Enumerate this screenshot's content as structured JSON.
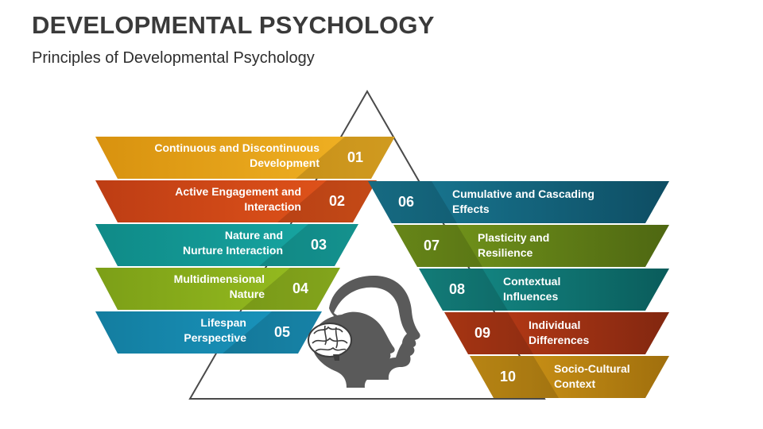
{
  "title": "DEVELOPMENTAL PSYCHOLOGY",
  "subtitle": "Principles of Developmental Psychology",
  "left_items": [
    {
      "number": "01",
      "line1": "Continuous and Discontinuous",
      "line2": "Development",
      "color_dark": "#d8920f",
      "color_light": "#f3b526"
    },
    {
      "number": "02",
      "line1": "Active Engagement and",
      "line2": "Interaction",
      "color_dark": "#bd3d14",
      "color_light": "#e5561b"
    },
    {
      "number": "03",
      "line1": "Nature and",
      "line2": "Nurture Interaction",
      "color_dark": "#0f8a87",
      "color_light": "#18aaa6"
    },
    {
      "number": "04",
      "line1": "Multidimensional",
      "line2": "Nature",
      "color_dark": "#7c9f17",
      "color_light": "#99c021"
    },
    {
      "number": "05",
      "line1": "Lifespan",
      "line2": "Perspective",
      "color_dark": "#137d9f",
      "color_light": "#1b98c2"
    }
  ],
  "right_items": [
    {
      "number": "06",
      "line1": "Cumulative and Cascading",
      "line2": "Effects",
      "color_dark": "#0e4d63",
      "color_light": "#1a7d98"
    },
    {
      "number": "07",
      "line1": "Plasticity and",
      "line2": "Resilience",
      "color_dark": "#4e6712",
      "color_light": "#789c1c"
    },
    {
      "number": "08",
      "line1": "Contextual",
      "line2": "Influences",
      "color_dark": "#0a5c5b",
      "color_light": "#16908c"
    },
    {
      "number": "09",
      "line1": "Individual",
      "line2": "Differences",
      "color_dark": "#822710",
      "color_light": "#c23e17"
    },
    {
      "number": "10",
      "line1": "Socio-Cultural",
      "line2": "Context",
      "color_dark": "#a06f0d",
      "color_light": "#d69b18"
    }
  ],
  "icon": "head-silhouettes-brain-icon"
}
